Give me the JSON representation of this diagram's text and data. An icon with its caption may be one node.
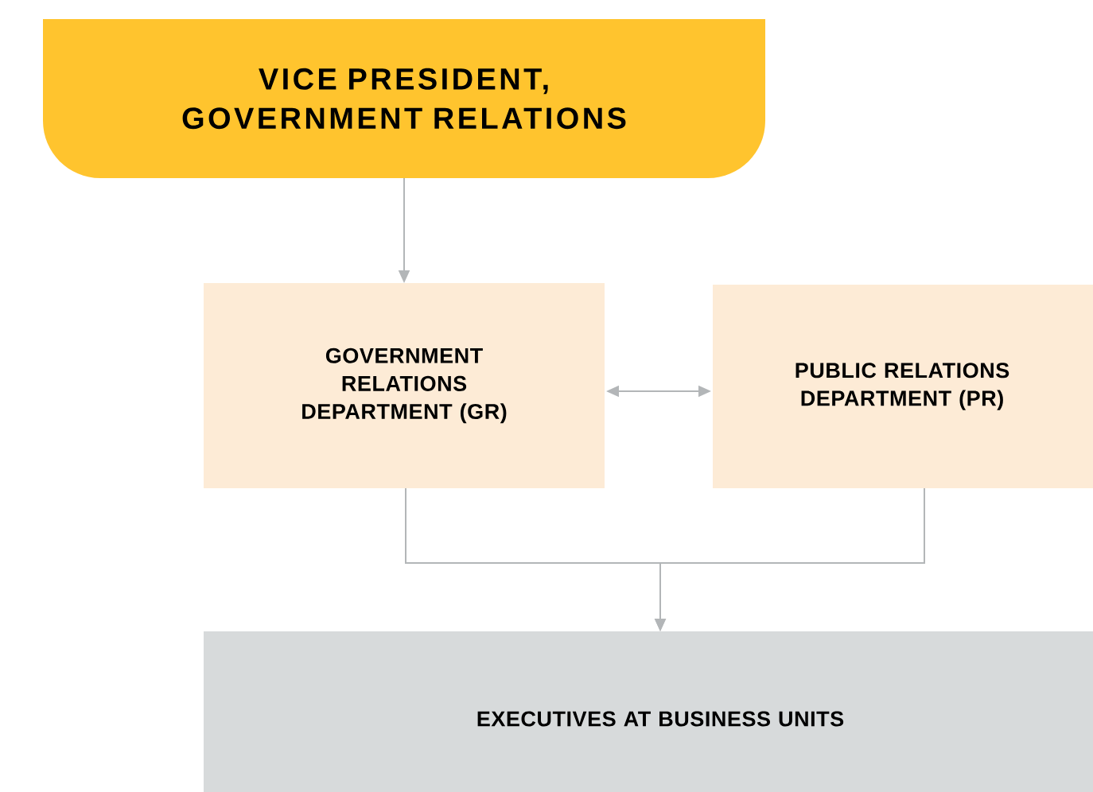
{
  "diagram": {
    "nodes": [
      {
        "text": [
          "VICE PRESIDENT, GOVERNMENT RELATIONS"
        ]
      },
      {
        "text": [
          "GOVERNMENT RELATIONS DEPARTMENT (GR)"
        ]
      },
      {
        "text": [
          "PUBLIC RELATIONS DEPARTMENT (PR)"
        ]
      },
      {
        "text": [
          "EXECUTIVES AT BUSINESS UNITS"
        ]
      }
    ],
    "edges": [
      {
        "from": 0,
        "to": 1,
        "arrow": "to"
      },
      {
        "from": 1,
        "to": 2,
        "arrow": "both"
      },
      {
        "from": 1,
        "to": 3,
        "arrow": "to"
      },
      {
        "from": 2,
        "to": 3,
        "arrow": "to"
      }
    ]
  }
}
